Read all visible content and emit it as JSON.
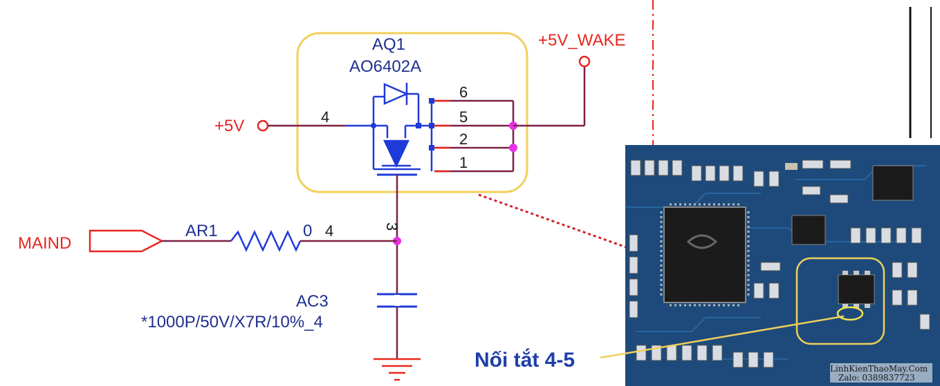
{
  "transistor": {
    "ref": "AQ1",
    "part": "AO6402A",
    "pins": [
      "6",
      "5",
      "2",
      "1",
      "4",
      "3"
    ]
  },
  "nets": {
    "vin": "+5V",
    "vout": "+5V_WAKE",
    "control": "MAIND"
  },
  "resistor": {
    "ref": "AR1",
    "value": "0",
    "suffix": "4"
  },
  "capacitor": {
    "ref": "AC3",
    "value": "*1000P/50V/X7R/10%_4"
  },
  "annotation": {
    "note": "Nối tắt 4-5"
  },
  "watermark": {
    "line1": "LinhKienThaoMay.Com",
    "line2": "Zalo: 0389837723"
  },
  "colors": {
    "wire": "#7a1f45",
    "net_red": "#e8261f",
    "pin_blue": "#1e3ad8",
    "junction": "#e830e8",
    "highlight": "#f2cf5b",
    "pcb": "#1d4a7a"
  }
}
